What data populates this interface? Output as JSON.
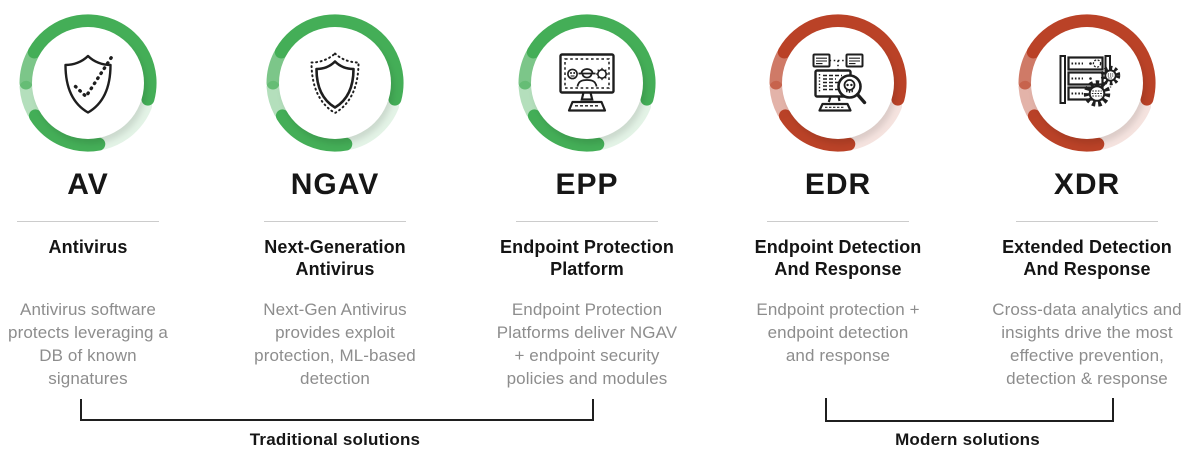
{
  "palette": {
    "green": "#44ae57",
    "red": "#ba4227",
    "heading_color": "#161616",
    "description_color": "#8d8d8d",
    "divider_color": "#cccccc",
    "bracket_color": "#1f1f1f"
  },
  "columns": [
    {
      "acronym": "AV",
      "name_lines": [
        "Antivirus"
      ],
      "description_lines": [
        "Antivirus software",
        "protects leveraging a",
        "DB of known",
        "signatures"
      ],
      "icon": "shield-check-icon",
      "ring": "green",
      "group": "traditional"
    },
    {
      "acronym": "NGAV",
      "name_lines": [
        "Next-Generation",
        "Antivirus"
      ],
      "description_lines": [
        "Next-Gen Antivirus",
        "provides exploit",
        "protection, ML-based",
        "detection"
      ],
      "icon": "shield-dotted-outline-icon",
      "ring": "green",
      "group": "traditional"
    },
    {
      "acronym": "EPP",
      "name_lines": [
        "Endpoint Protection",
        "Platform"
      ],
      "description_lines": [
        "Endpoint Protection",
        "Platforms deliver NGAV",
        "+ endpoint security",
        "policies and modules"
      ],
      "icon": "monitor-threats-icon",
      "ring": "green",
      "group": "traditional"
    },
    {
      "acronym": "EDR",
      "name_lines": [
        "Endpoint Detection",
        "And Response"
      ],
      "description_lines": [
        "Endpoint protection +",
        "endpoint detection",
        "and response"
      ],
      "icon": "monitor-magnifier-skull-icon",
      "ring": "red",
      "group": "modern"
    },
    {
      "acronym": "XDR",
      "name_lines": [
        "Extended Detection",
        "And Response"
      ],
      "description_lines": [
        "Cross-data analytics and",
        "insights drive the most",
        "effective prevention,",
        "detection & response"
      ],
      "icon": "server-gears-icon",
      "ring": "red",
      "group": "modern"
    }
  ],
  "footer": {
    "traditional_label": "Traditional solutions",
    "modern_label": "Modern solutions"
  }
}
